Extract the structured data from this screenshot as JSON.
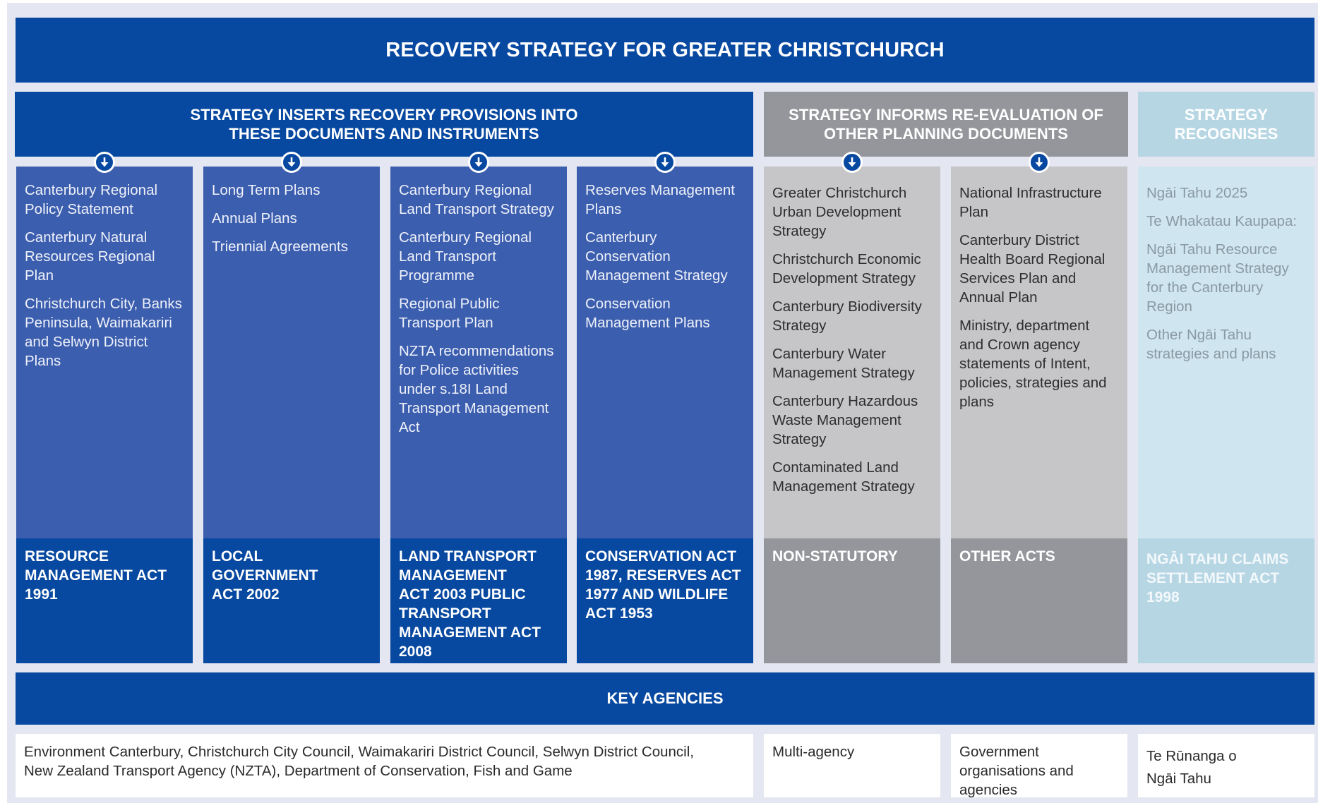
{
  "title": "RECOVERY STRATEGY FOR GREATER CHRISTCHURCH",
  "headers": {
    "inserts": [
      "STRATEGY INSERTS RECOVERY PROVISIONS INTO",
      "THESE DOCUMENTS AND INSTRUMENTS"
    ],
    "informs": [
      "STRATEGY INFORMS RE-EVALUATION OF",
      "OTHER PLANNING DOCUMENTS"
    ],
    "recognises": [
      "STRATEGY",
      "RECOGNISES"
    ]
  },
  "columns": [
    {
      "items": [
        [
          "Canterbury Regional",
          "Policy Statement"
        ],
        [
          "Canterbury Natural",
          "Resources Regional",
          "Plan"
        ],
        [
          "Christchurch City, Banks",
          "Peninsula, Waimakariri",
          "and Selwyn District",
          "Plans"
        ]
      ],
      "act": [
        "RESOURCE",
        "MANAGEMENT ACT",
        "1991"
      ]
    },
    {
      "items": [
        [
          "Long Term Plans"
        ],
        [
          "Annual Plans"
        ],
        [
          "Triennial Agreements"
        ]
      ],
      "act": [
        "LOCAL GOVERNMENT",
        "ACT 2002"
      ]
    },
    {
      "items": [
        [
          "Canterbury Regional",
          "Land Transport Strategy"
        ],
        [
          "Canterbury Regional",
          "Land Transport",
          "Programme"
        ],
        [
          "Regional Public",
          "Transport Plan"
        ],
        [
          "NZTA recommendations",
          "for Police activities",
          "under s.18I Land",
          "Transport Management",
          "Act"
        ]
      ],
      "act": [
        "LAND TRANSPORT",
        "MANAGEMENT",
        "ACT  2003 PUBLIC",
        "TRANSPORT",
        "MANAGEMENT ACT",
        "2008"
      ]
    },
    {
      "items": [
        [
          "Reserves Management",
          "Plans"
        ],
        [
          "Canterbury",
          "Conservation",
          "Management Strategy"
        ],
        [
          "Conservation",
          "Management Plans"
        ]
      ],
      "act": [
        "CONSERVATION ACT",
        "1987, RESERVES ACT",
        "1977 AND WILDLIFE",
        "ACT 1953"
      ]
    },
    {
      "items": [
        [
          "Greater Christchurch",
          "Urban Development",
          "Strategy"
        ],
        [
          "Christchurch Economic",
          "Development Strategy"
        ],
        [
          "Canterbury Biodiversity",
          "Strategy"
        ],
        [
          "Canterbury Water",
          "Management Strategy"
        ],
        [
          "Canterbury Hazardous",
          "Waste Management",
          "Strategy"
        ],
        [
          "Contaminated Land",
          "Management Strategy"
        ]
      ],
      "act": [
        "NON-STATUTORY"
      ]
    },
    {
      "items": [
        [
          "National Infrastructure",
          "Plan"
        ],
        [
          "Canterbury District",
          "Health Board Regional",
          "Services Plan and",
          "Annual Plan"
        ],
        [
          "Ministry, department",
          "and Crown agency",
          "statements of Intent,",
          "policies, strategies and",
          "plans"
        ]
      ],
      "act": [
        "OTHER ACTS"
      ]
    },
    {
      "items": [
        [
          "Ngāi Tahu 2025"
        ],
        [
          "Te Whakatau Kaupapa:"
        ],
        [
          "Ngāi Tahu Resource",
          "Management Strategy",
          "for the Canterbury",
          "Region"
        ],
        [
          "Other Ngāi Tahu",
          "strategies and plans"
        ]
      ],
      "act": [
        "NGĀI TAHU CLAIMS",
        "SETTLEMENT ACT",
        "1998"
      ]
    }
  ],
  "key_agencies": {
    "label": "KEY AGENCIES",
    "boxes": [
      [
        "Environment Canterbury, Christchurch City Council, Waimakariri District Council, Selwyn District Council,",
        "New Zealand Transport Agency (NZTA), Department of Conservation, Fish and Game"
      ],
      [
        "Multi-agency"
      ],
      [
        "Government",
        "organisations and",
        "agencies"
      ],
      [
        "Te Rūnanga o",
        "Ngāi Tahu"
      ]
    ]
  },
  "colors": {
    "dark_blue": "#0748a0",
    "mid_blue": "#3c5eae",
    "gray": "#94969b",
    "light_gray": "#c6c6c8",
    "light_blue": "#b6d6e4",
    "pale_blue": "#cfe5ef",
    "background": "#e4e6f1"
  },
  "icons": [
    "arrow-down-circle-icon"
  ]
}
